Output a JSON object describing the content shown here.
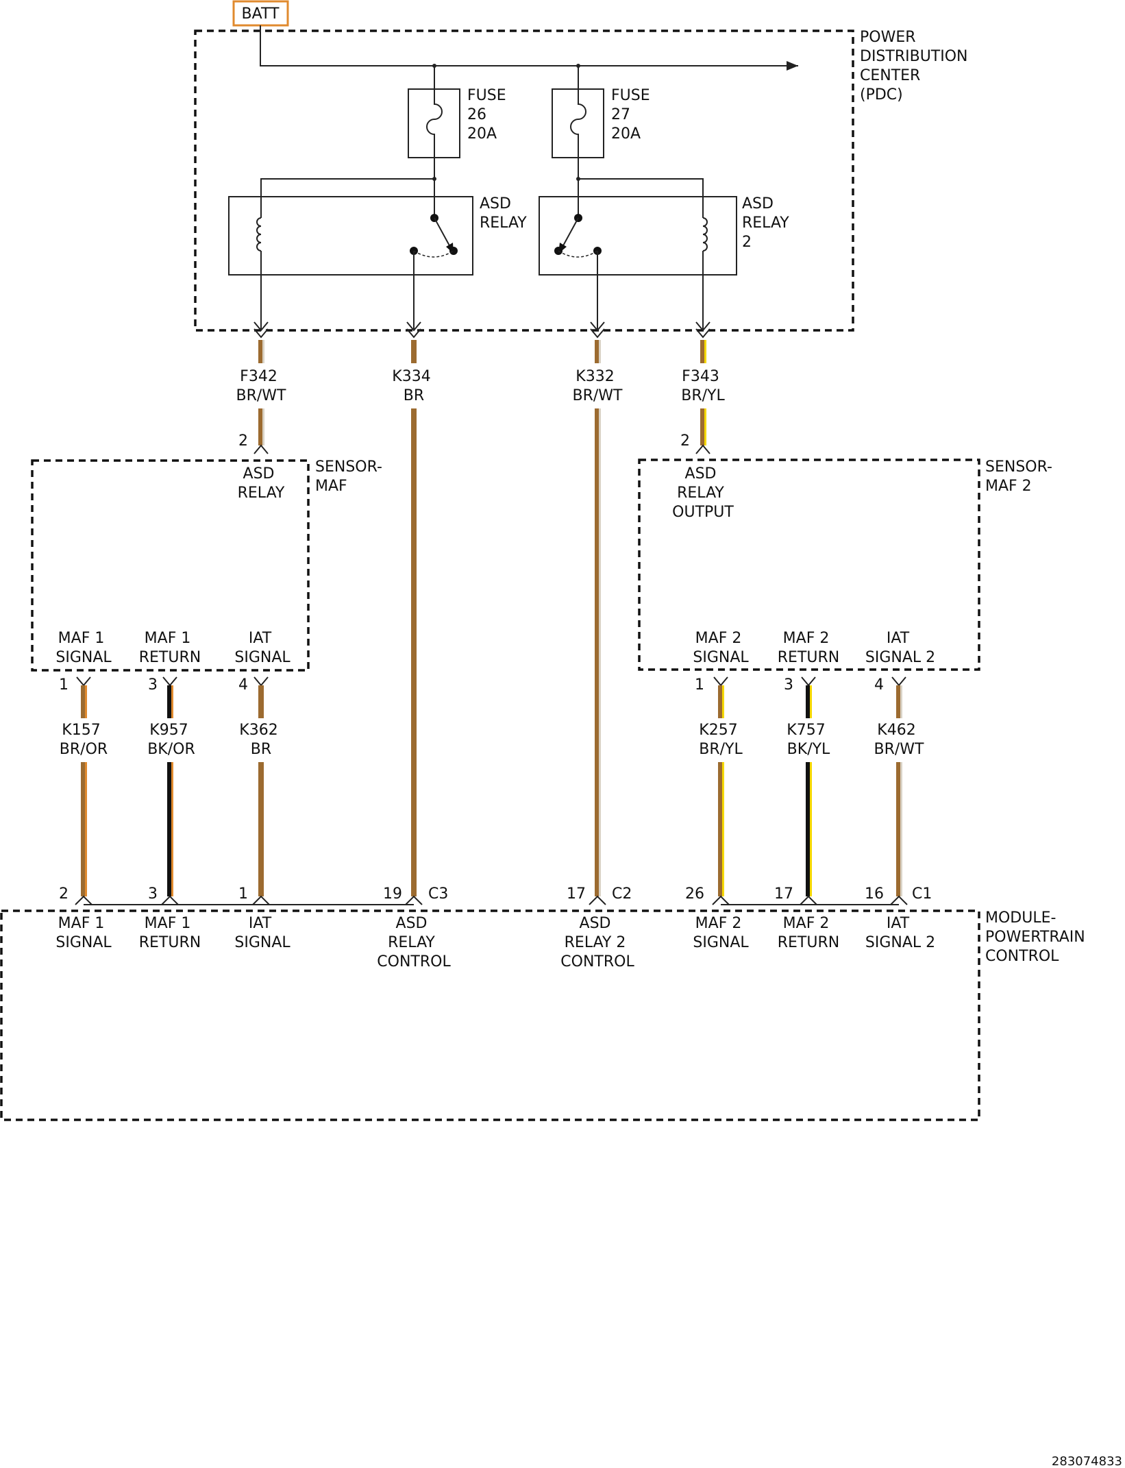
{
  "batt": {
    "label": "BATT",
    "color": "#E08A2E"
  },
  "pdc": {
    "lines": [
      "POWER",
      "DISTRIBUTION",
      "CENTER",
      "(PDC)"
    ]
  },
  "fuse26": {
    "lines": [
      "FUSE",
      "26",
      "20A"
    ]
  },
  "fuse27": {
    "lines": [
      "FUSE",
      "27",
      "20A"
    ]
  },
  "relay1": {
    "lines": [
      "ASD",
      "RELAY"
    ]
  },
  "relay2": {
    "lines": [
      "ASD",
      "RELAY",
      "2"
    ]
  },
  "sensor_maf": {
    "title": [
      "SENSOR-",
      "MAF"
    ],
    "top_pin": {
      "num": "2",
      "lines": [
        "ASD",
        "RELAY"
      ]
    },
    "bottom_pins": [
      {
        "num": "1",
        "lines": [
          "MAF 1",
          "SIGNAL"
        ]
      },
      {
        "num": "3",
        "lines": [
          "MAF 1",
          "RETURN"
        ]
      },
      {
        "num": "4",
        "lines": [
          "IAT",
          "SIGNAL"
        ]
      }
    ]
  },
  "sensor_maf2": {
    "title": [
      "SENSOR-",
      "MAF 2"
    ],
    "top_pin": {
      "num": "2",
      "lines": [
        "ASD",
        "RELAY",
        "OUTPUT"
      ]
    },
    "bottom_pins": [
      {
        "num": "1",
        "lines": [
          "MAF 2",
          "SIGNAL"
        ]
      },
      {
        "num": "3",
        "lines": [
          "MAF 2",
          "RETURN"
        ]
      },
      {
        "num": "4",
        "lines": [
          "IAT",
          "SIGNAL 2"
        ]
      }
    ]
  },
  "wires": [
    {
      "circuit": "F342",
      "color_code": "BR/WT",
      "colors": [
        "#9C6B30",
        "#D9D2C5"
      ]
    },
    {
      "circuit": "K334",
      "color_code": "BR",
      "colors": [
        "#9C6B30"
      ]
    },
    {
      "circuit": "K332",
      "color_code": "BR/WT",
      "colors": [
        "#9C6B30",
        "#D9D2C5"
      ]
    },
    {
      "circuit": "F343",
      "color_code": "BR/YL",
      "colors": [
        "#9C6B30",
        "#F5D800"
      ]
    },
    {
      "circuit": "K157",
      "color_code": "BR/OR",
      "colors": [
        "#9C6B30",
        "#E08A2E"
      ]
    },
    {
      "circuit": "K957",
      "color_code": "BK/OR",
      "colors": [
        "#111111",
        "#E08A2E"
      ]
    },
    {
      "circuit": "K362",
      "color_code": "BR",
      "colors": [
        "#9C6B30"
      ]
    },
    {
      "circuit": "K257",
      "color_code": "BR/YL",
      "colors": [
        "#9C6B30",
        "#F5D800"
      ]
    },
    {
      "circuit": "K757",
      "color_code": "BK/YL",
      "colors": [
        "#111111",
        "#F5D800"
      ]
    },
    {
      "circuit": "K462",
      "color_code": "BR/WT",
      "colors": [
        "#9C6B30",
        "#D9D2C5"
      ]
    }
  ],
  "pcm": {
    "title": [
      "MODULE-",
      "POWERTRAIN",
      "CONTROL"
    ],
    "connectors": {
      "c3": "C3",
      "c2": "C2",
      "c1": "C1"
    },
    "pins": [
      {
        "num": "2",
        "lines": [
          "MAF 1",
          "SIGNAL"
        ]
      },
      {
        "num": "3",
        "lines": [
          "MAF 1",
          "RETURN"
        ]
      },
      {
        "num": "1",
        "lines": [
          "IAT",
          "SIGNAL"
        ]
      },
      {
        "num": "19",
        "lines": [
          "ASD",
          "RELAY",
          "CONTROL"
        ]
      },
      {
        "num": "17",
        "lines": [
          "ASD",
          "RELAY 2",
          "CONTROL"
        ]
      },
      {
        "num": "26",
        "lines": [
          "MAF 2",
          "SIGNAL"
        ]
      },
      {
        "num": "17",
        "lines": [
          "MAF 2",
          "RETURN"
        ]
      },
      {
        "num": "16",
        "lines": [
          "IAT",
          "SIGNAL 2"
        ]
      }
    ]
  },
  "diagram_id": "283074833"
}
